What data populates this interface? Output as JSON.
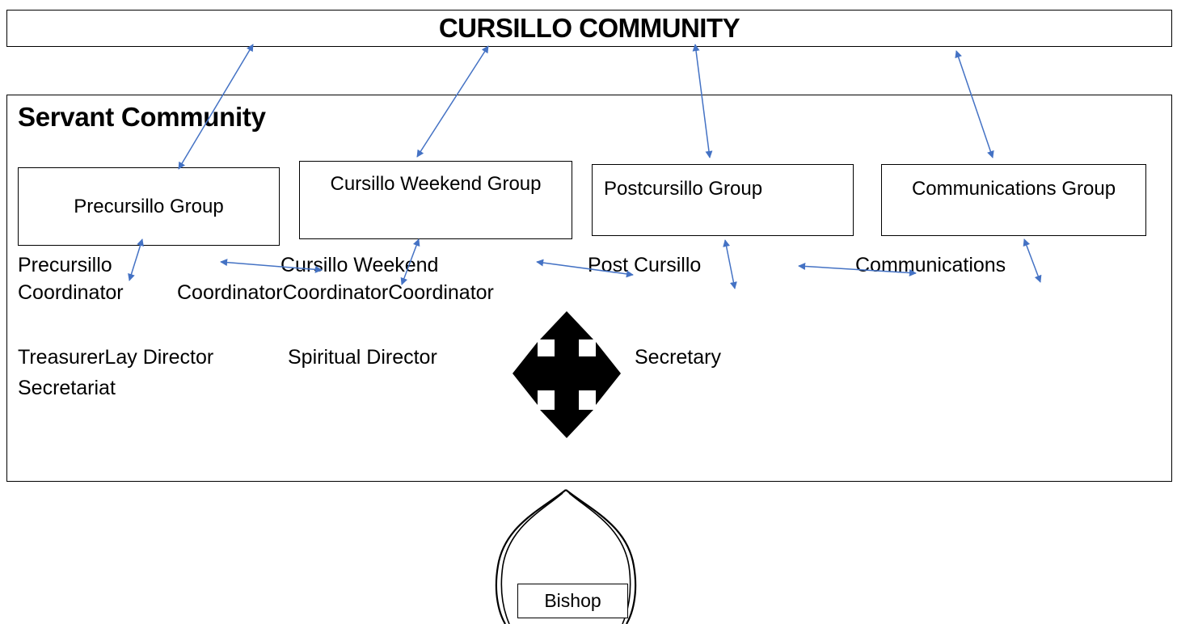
{
  "title": "CURSILLO COMMUNITY",
  "servant_community": {
    "title": "Servant Community",
    "groups": [
      {
        "label": "Precursillo Group"
      },
      {
        "label": "Cursillo Weekend Group"
      },
      {
        "label": "Postcursillo Group"
      },
      {
        "label": "Communications Group"
      }
    ],
    "coordinators": {
      "precursillo": "Precursillo",
      "coordinator_1": "Coordinator",
      "cursillo_weekend": "Cursillo Weekend",
      "coordinator_row": "CoordinatorCoordinatorCoordinator",
      "post_cursillo": "Post Cursillo",
      "communications": "Communications"
    },
    "secretariat": {
      "treasurer_lay_director": "TreasurerLay Director",
      "secretariat": "Secretariat",
      "spiritual_director": "Spiritual Director",
      "secretary": "Secretary"
    }
  },
  "bishop": "Bishop",
  "colors": {
    "arrow": "#4472c4",
    "border": "#000000"
  },
  "icons": [
    "four-way-arrow-icon",
    "mitre-icon"
  ]
}
